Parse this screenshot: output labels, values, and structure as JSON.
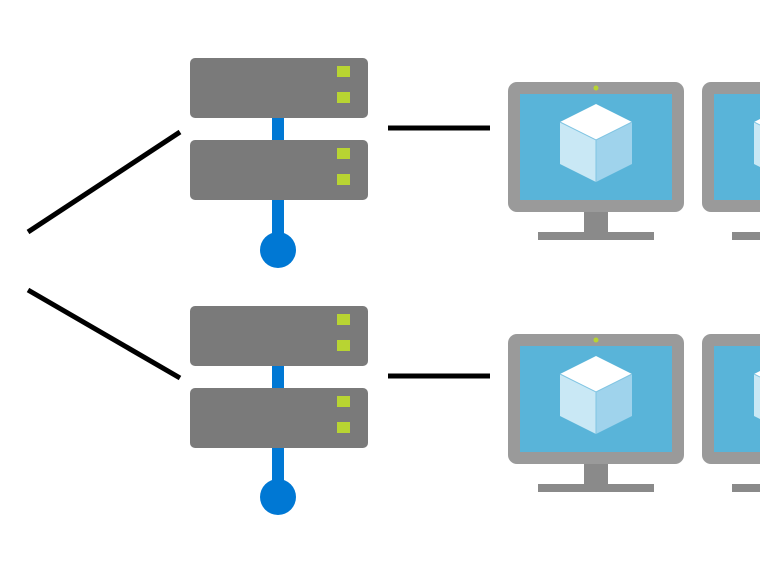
{
  "diagram": {
    "groups": [
      {
        "id": "top",
        "server": {
          "icon": "server-icon",
          "units": 2
        },
        "vms": [
          {
            "icon": "virtual-machine-icon"
          },
          {
            "icon": "virtual-machine-icon"
          }
        ]
      },
      {
        "id": "bottom",
        "server": {
          "icon": "server-icon",
          "units": 2
        },
        "vms": [
          {
            "icon": "virtual-machine-icon"
          },
          {
            "icon": "virtual-machine-icon"
          }
        ]
      }
    ],
    "colors": {
      "background": "#ffffff",
      "connector_line": "#000000",
      "server_body": "#7a7a7a",
      "server_led": "#b8d432",
      "server_cable": "#0078d4",
      "monitor_frame": "#9a9a9a",
      "monitor_stand": "#8a8a8a",
      "monitor_screen": "#59b4d9",
      "monitor_led": "#b8d432",
      "cube_top": "#ffffff",
      "cube_left": "#c9e8f5",
      "cube_right": "#9fd3ec"
    }
  }
}
